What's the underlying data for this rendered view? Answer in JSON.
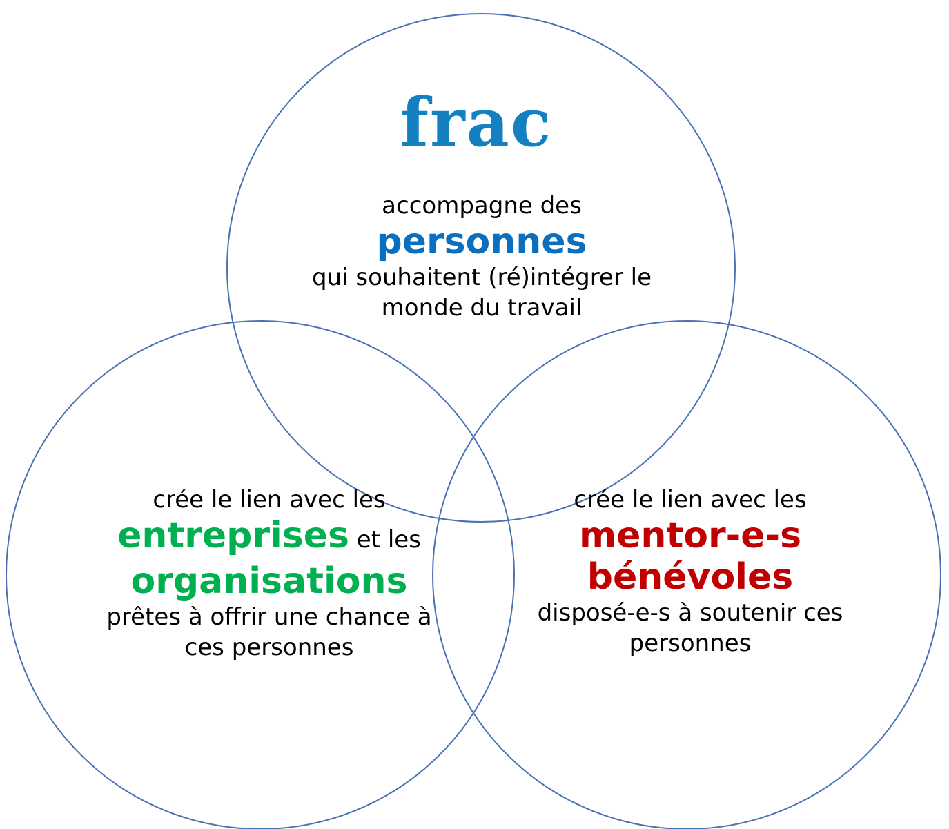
{
  "logo": {
    "text": "frac",
    "color": "#1380c2"
  },
  "colors": {
    "circle_stroke": "#4a72b2",
    "personnes": "#0b6fbf",
    "entreprises": "#00b050",
    "mentors": "#c00000",
    "text": "#000000"
  },
  "top_circle": {
    "line1": "accompagne des",
    "highlight": "personnes",
    "line3": "qui souhaitent (ré)intégrer le",
    "line4": "monde du travail"
  },
  "left_circle": {
    "line1": "crée le lien avec les",
    "highlight1": "entreprises",
    "connector": " et les",
    "highlight2": "organisations",
    "line4": "prêtes à offrir une chance à",
    "line5": "ces personnes"
  },
  "right_circle": {
    "line1": "crée le lien avec les",
    "highlight1": "mentor-e-s",
    "highlight2": "bénévoles",
    "line4": "disposé-e-s à soutenir ces",
    "line5": "personnes"
  }
}
